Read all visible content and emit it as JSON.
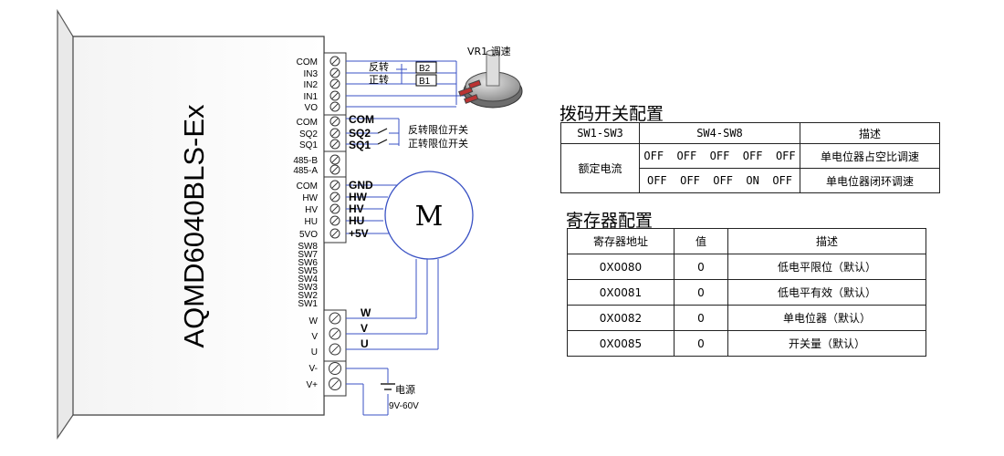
{
  "driver": {
    "model": "AQMD6040BLS-Ex",
    "terminals_top": [
      "COM",
      "IN3",
      "IN2",
      "IN1",
      "VO"
    ],
    "terminals_limit": [
      "COM",
      "SQ2",
      "SQ1"
    ],
    "terminals_485": [
      "485-B",
      "485-A"
    ],
    "terminals_hall": [
      "COM",
      "HW",
      "HV",
      "HU",
      "5VO"
    ],
    "terminals_sw": [
      "SW8",
      "SW7",
      "SW6",
      "SW5",
      "SW4",
      "SW3",
      "SW2",
      "SW1"
    ],
    "terminals_motor": [
      "W",
      "V",
      "U"
    ],
    "terminals_power": [
      "V-",
      "V+"
    ]
  },
  "wiring": {
    "reverse": "反转",
    "forward": "正转",
    "b2": "B2",
    "b1": "B1",
    "pot_label": "VR1 调速",
    "limit_com": "COM",
    "sq2": "SQ2",
    "sq1": "SQ1",
    "reverse_limit": "反转限位开关",
    "forward_limit": "正转限位开关",
    "hall": [
      "GND",
      "HW",
      "HV",
      "HU",
      "+5V"
    ],
    "motor_phases": [
      "W",
      "V",
      "U"
    ],
    "motor_letter": "M",
    "power_label": "电源",
    "power_range": "9V-60V"
  },
  "dip_config": {
    "title": "拨码开关配置",
    "headers": [
      "SW1-SW3",
      "SW4-SW8",
      "描述"
    ],
    "row_label": "额定电流",
    "rows": [
      {
        "sw": [
          "OFF",
          "OFF",
          "OFF",
          "OFF",
          "OFF"
        ],
        "desc": "单电位器占空比调速"
      },
      {
        "sw": [
          "OFF",
          "OFF",
          "OFF",
          "ON",
          "OFF"
        ],
        "desc": "单电位器闭环调速"
      }
    ]
  },
  "register_config": {
    "title": "寄存器配置",
    "headers": [
      "寄存器地址",
      "值",
      "描述"
    ],
    "rows": [
      {
        "addr": "0X0080",
        "value": "0",
        "desc": "低电平限位（默认）"
      },
      {
        "addr": "0X0081",
        "value": "0",
        "desc": "低电平有效（默认）"
      },
      {
        "addr": "0X0082",
        "value": "0",
        "desc": "单电位器（默认）"
      },
      {
        "addr": "0X0085",
        "value": "0",
        "desc": "开关量（默认）"
      }
    ]
  }
}
